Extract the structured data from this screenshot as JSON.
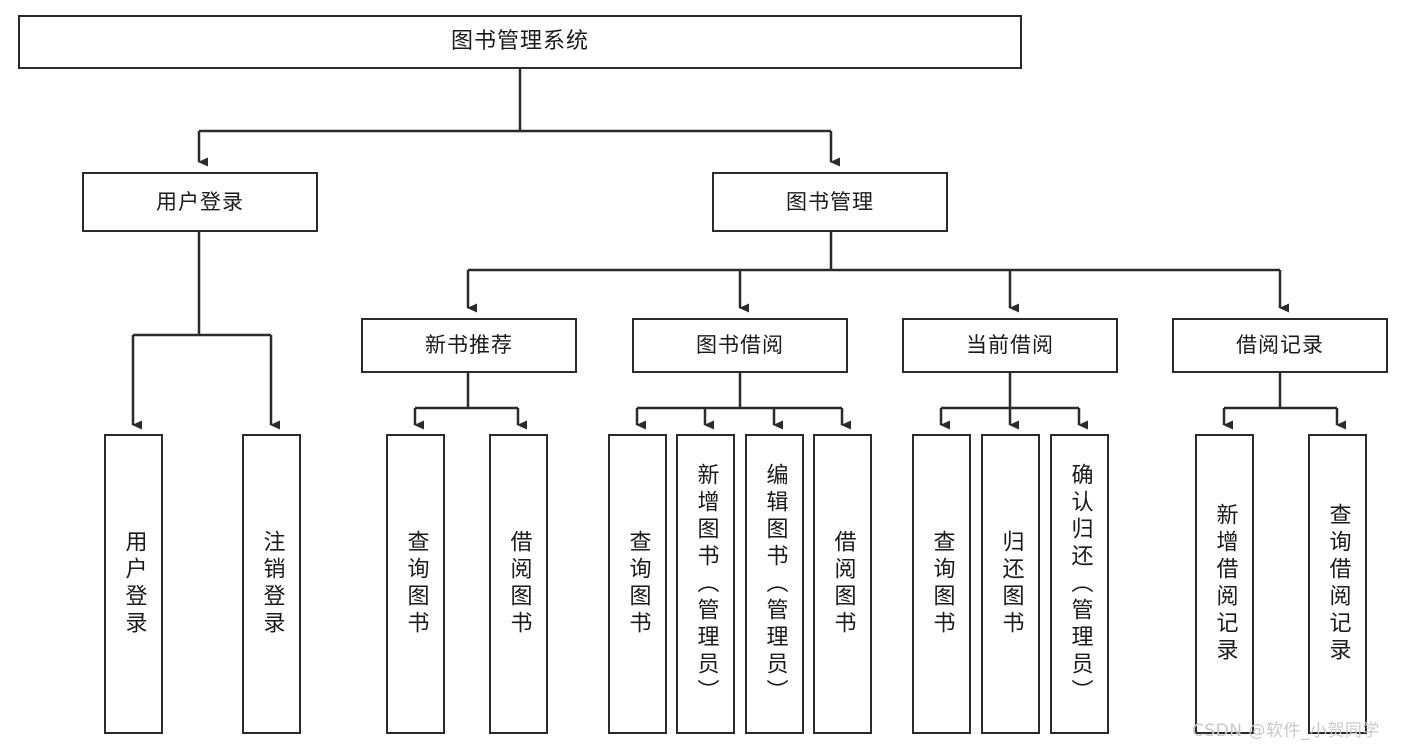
{
  "diagram": {
    "title": "图书管理系统",
    "type": "tree-hierarchy-flowchart",
    "orientation": "top-down",
    "colors": {
      "stroke": "#2b2b2b",
      "fill": "#ffffff",
      "text": "#1a1a1a",
      "watermark": "#c9c9c9"
    },
    "nodes": {
      "root": {
        "label": "图书管理系统"
      },
      "level2": [
        {
          "label": "用户登录"
        },
        {
          "label": "图书管理"
        }
      ],
      "level3": [
        {
          "label": "新书推荐"
        },
        {
          "label": "图书借阅"
        },
        {
          "label": "当前借阅"
        },
        {
          "label": "借阅记录"
        }
      ],
      "leaves": {
        "user_login": [
          {
            "label": "用户登录"
          },
          {
            "label": "注销登录"
          }
        ],
        "new_book_recommend": [
          {
            "label": "查询图书"
          },
          {
            "label": "借阅图书"
          }
        ],
        "book_borrow": [
          {
            "label": "查询图书"
          },
          {
            "label": "新增图书（管理员）"
          },
          {
            "label": "编辑图书（管理员）"
          },
          {
            "label": "借阅图书"
          }
        ],
        "current_borrow": [
          {
            "label": "查询图书"
          },
          {
            "label": "归还图书"
          },
          {
            "label": "确认归还（管理员）"
          }
        ],
        "borrow_record": [
          {
            "label": "新增借阅记录"
          },
          {
            "label": "查询借阅记录"
          }
        ]
      }
    },
    "watermark": "CSDN @软件_小贺同学"
  }
}
